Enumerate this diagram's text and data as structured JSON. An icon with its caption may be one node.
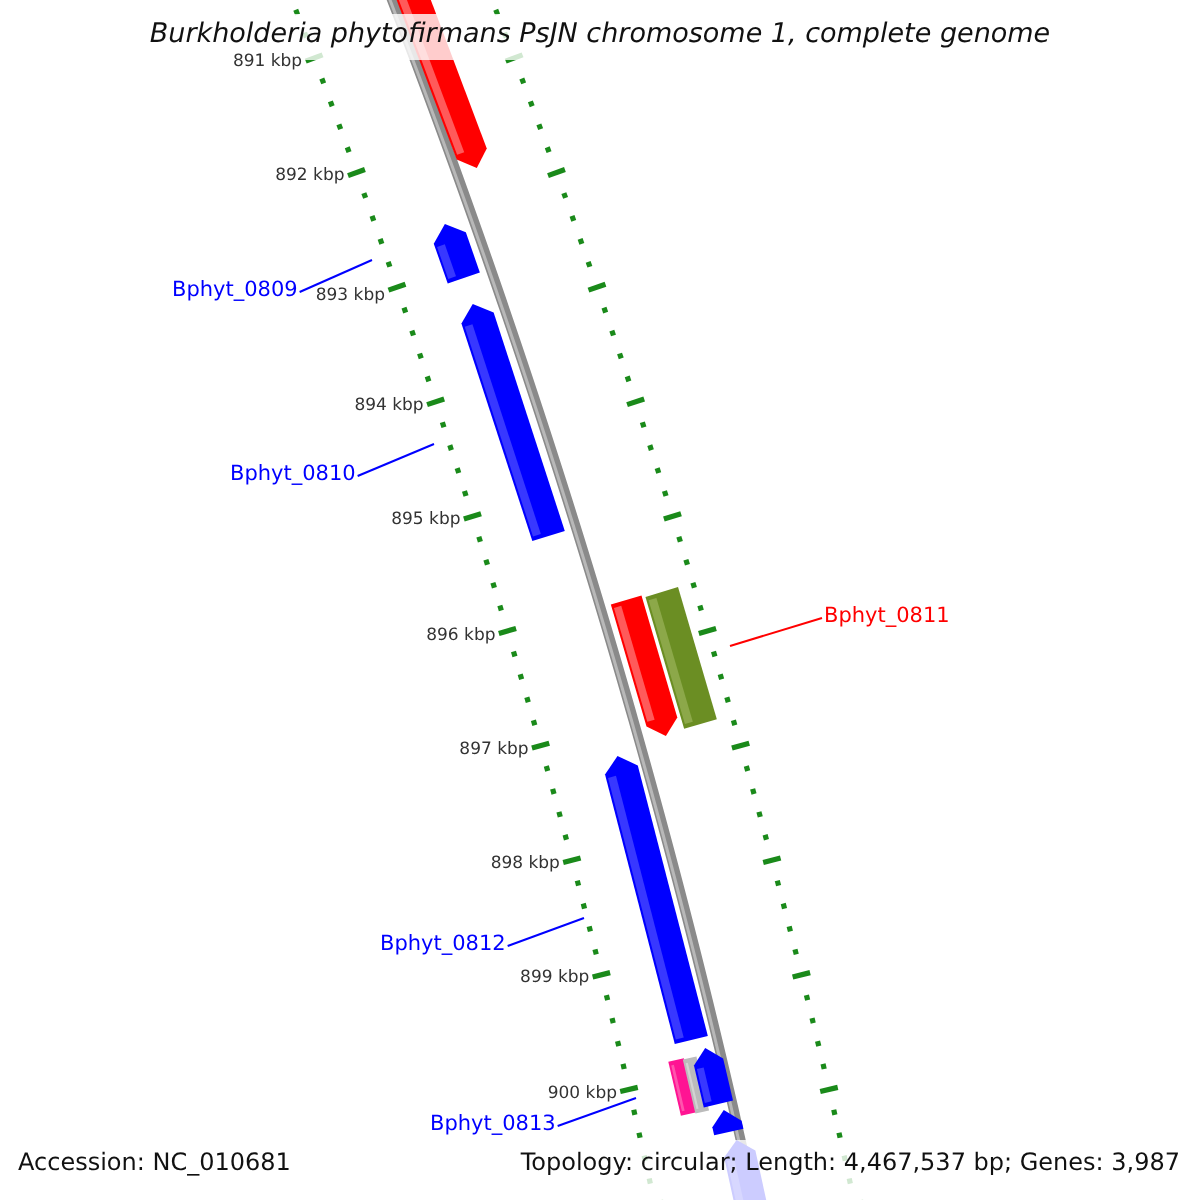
{
  "diagram": {
    "title": "Burkholderia phytofirmans PsJN chromosome 1, complete genome",
    "nodes": [
      {
        "text": [
          "Bphyt_0809"
        ]
      },
      {
        "text": [
          "Bphyt_0810"
        ]
      },
      {
        "text": [
          "Bphyt_0811"
        ]
      },
      {
        "text": [
          "Bphyt_0812"
        ]
      },
      {
        "text": [
          "Bphyt_0813"
        ]
      }
    ],
    "edges": [
      {
        "from": 0,
        "to": null,
        "arrow": "none"
      },
      {
        "from": 1,
        "to": null,
        "arrow": "none"
      },
      {
        "from": 2,
        "to": null,
        "arrow": "none",
        "color": "#ff0000"
      },
      {
        "from": 3,
        "to": null,
        "arrow": "none"
      },
      {
        "from": 4,
        "to": null,
        "arrow": "none"
      }
    ],
    "labels": [
      "891 kbp",
      "892 kbp",
      "893 kbp",
      "894 kbp",
      "895 kbp",
      "896 kbp",
      "897 kbp",
      "898 kbp",
      "899 kbp",
      "900 kbp",
      "Accession: NC_010681",
      "Topology: circular; Length: 4,467,537 bp; Genes: 3,987"
    ]
  }
}
